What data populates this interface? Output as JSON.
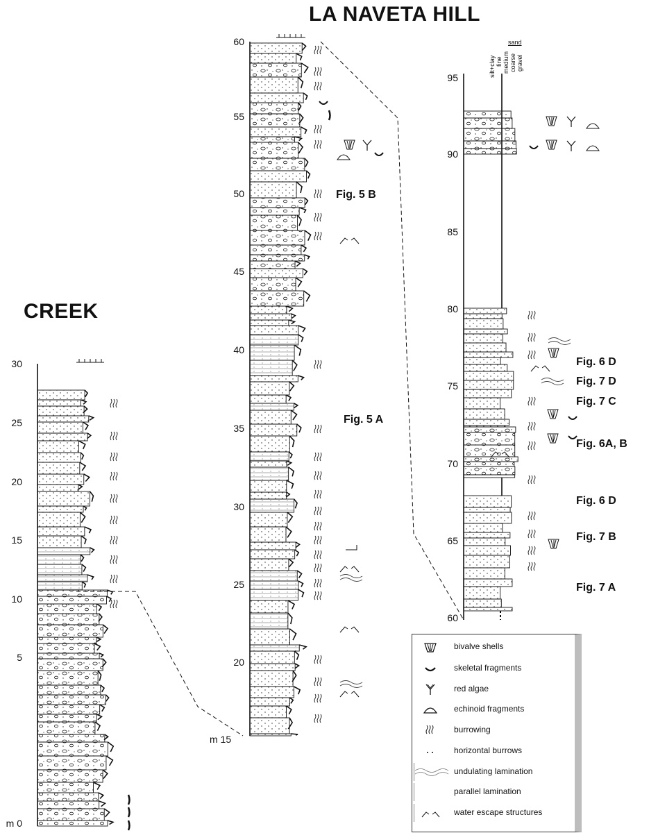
{
  "titles": {
    "main": "LA NAVETA HILL",
    "creek": "CREEK"
  },
  "creek_axis": {
    "ticks": [
      "30",
      "25",
      "20",
      "15",
      "10",
      "5",
      "m 0"
    ]
  },
  "naveta1_axis": {
    "ticks": [
      "60",
      "55",
      "50",
      "45",
      "40",
      "35",
      "30",
      "25",
      "20",
      "m 15"
    ]
  },
  "naveta2_axis": {
    "ticks": [
      "95",
      "90",
      "85",
      "80",
      "75",
      "70",
      "65",
      "60"
    ]
  },
  "grain_size_header": {
    "sand": "sand",
    "classes": [
      "silt+clay",
      "fine",
      "medium",
      "coarse",
      "gravel"
    ]
  },
  "figure_refs": {
    "fig5b": "Fig. 5 B",
    "fig5a": "Fig. 5 A",
    "fig6d_a": "Fig. 6 D",
    "fig7d": "Fig. 7 D",
    "fig7c": "Fig. 7 C",
    "fig6ab": "Fig. 6A, B",
    "fig6d_b": "Fig. 6 D",
    "fig7b": "Fig. 7 B",
    "fig7a": "Fig. 7 A"
  },
  "legend": {
    "items": [
      {
        "symbol": "bivalve-shell-icon",
        "label": "bivalve shells"
      },
      {
        "symbol": "skeletal-fragment-icon",
        "label": "skeletal fragments"
      },
      {
        "symbol": "red-algae-icon",
        "label": "red algae"
      },
      {
        "symbol": "echinoid-fragment-icon",
        "label": "echinoid fragments"
      },
      {
        "symbol": "burrowing-icon",
        "label": "burrowing"
      },
      {
        "symbol": "horizontal-burrows-icon",
        "label": "horizontal burrows"
      },
      {
        "symbol": "undulating-lamination-icon",
        "label": "undulating lamination"
      },
      {
        "symbol": "parallel-lamination-icon",
        "label": "parallel lamination"
      },
      {
        "symbol": "water-escape-icon",
        "label": "water escape structures"
      }
    ]
  }
}
